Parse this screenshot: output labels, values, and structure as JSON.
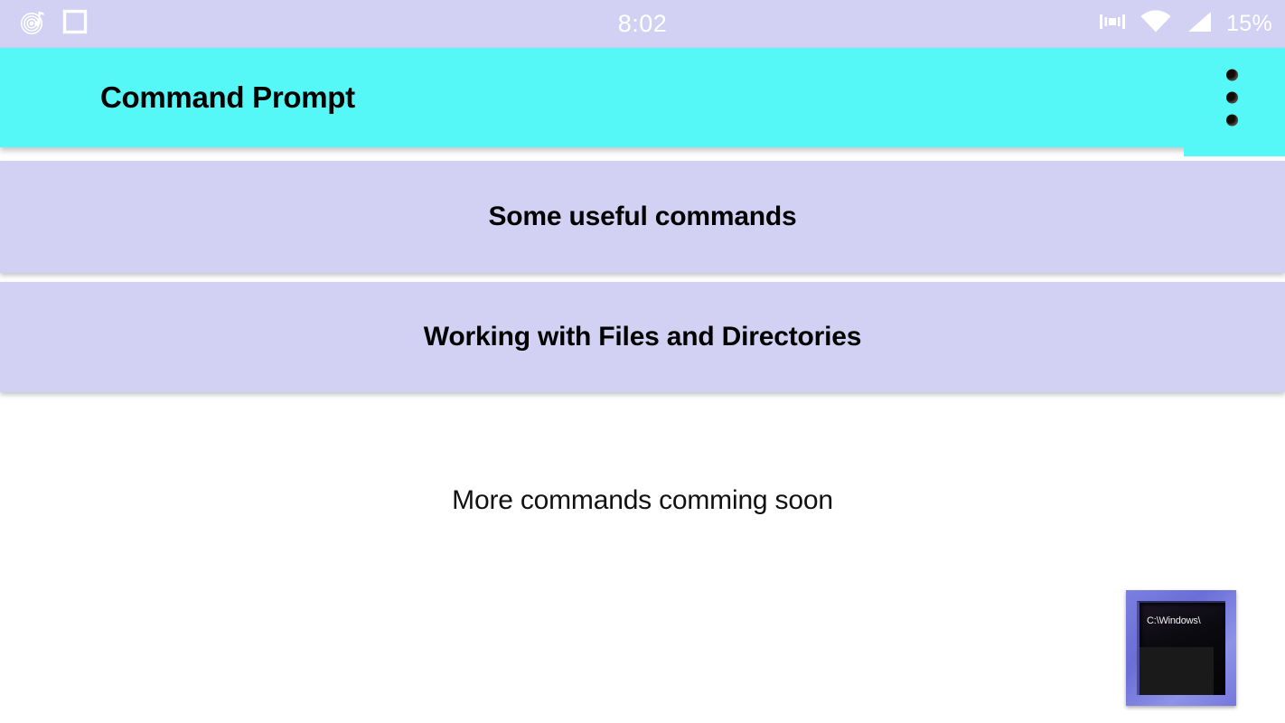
{
  "status_bar": {
    "time": "8:02",
    "battery_percent": "15%",
    "left_icons": [
      "music-note-icon",
      "square-outline-icon"
    ],
    "right_icons": [
      "vibrate-icon",
      "wifi-icon",
      "signal-icon"
    ],
    "background_color": "#d2d1f3",
    "foreground_color": "#ffffff"
  },
  "app_bar": {
    "title": "Command Prompt",
    "background_color": "#55f7f7",
    "title_color": "#000000",
    "overflow_menu_label": "More options"
  },
  "main": {
    "cards": [
      {
        "label": "Some useful commands"
      },
      {
        "label": "Working with Files and Directories"
      }
    ],
    "card_color": "#d2d1f3",
    "note": "More commands comming soon",
    "app_icon": {
      "name": "command-prompt-icon",
      "screen_text": "C:\\Windows\\",
      "frame_color": "#7577dd"
    }
  }
}
